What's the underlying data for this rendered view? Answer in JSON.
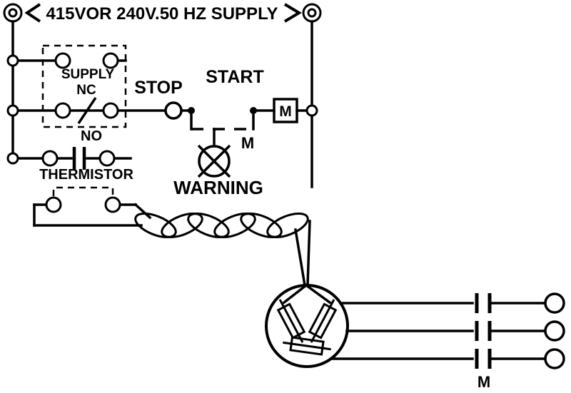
{
  "diagram": {
    "colors": {
      "line": "#000000",
      "background": "#ffffff"
    },
    "supply": {
      "title": "415VOR 240V.50 HZ SUPPLY"
    },
    "isolator": {
      "supply_label": "SUPPLY",
      "nc_label": "NC"
    },
    "control": {
      "stop_label": "STOP",
      "start_label": "START",
      "coil_label": "M",
      "hold_contact_label": "M"
    },
    "thermistor": {
      "no_label": "NO",
      "label": "THERMISTOR"
    },
    "lamp": {
      "warning_label": "WARNING"
    },
    "motor_contacts": {
      "label": "M"
    }
  }
}
